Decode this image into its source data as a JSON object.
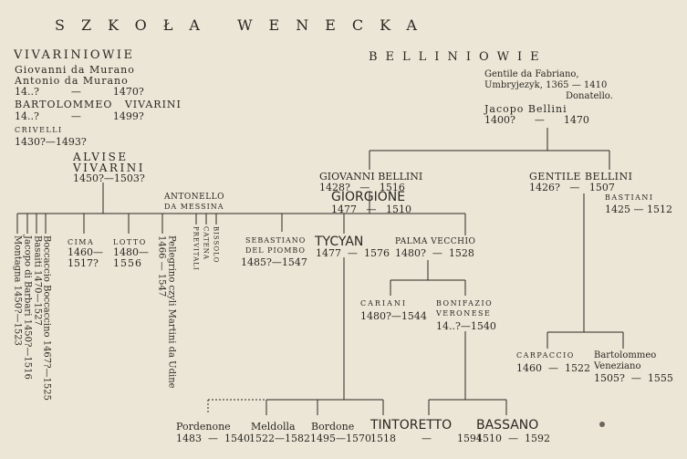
{
  "title": "SZKOŁA WENECKA",
  "vivarini": {
    "heading": "VIVARINIOWIE",
    "line1": "Giovanni da Murano",
    "line2": "Antonio da Murano",
    "line3": "14..?          —          1470?",
    "line4": "BARTOLOMMEO   VIVARINI",
    "line5": "14..?          —          1499?",
    "crivelli_name": "CRIVELLI",
    "crivelli_dates": "1430?—1493?"
  },
  "alvise": {
    "line1": "ALVISE",
    "line2": "VIVARINI",
    "line3": "1450?—1503?"
  },
  "bellini": {
    "heading": "BELLINIOWIE",
    "gentile_fabriano_1": "Gentile da Fabriano,",
    "gentile_fabriano_2": "Umbryjezyk, 1365 — 1410",
    "donatello": "Donatello.",
    "jacopo_name": "Jacopo Bellini",
    "jacopo_dates": "1400?      —      1470"
  },
  "giovanni": {
    "name": "GIOVANNI BELLINI",
    "dates": "1428?   —   1516"
  },
  "gentile": {
    "name": "GENTILE BELLINI",
    "dates": "1426?   —   1507"
  },
  "giorgione": {
    "name": "GIORGIONE",
    "dates": "1477   —   1510"
  },
  "bastiani": {
    "name": "BASTIANI",
    "dates": "1425 — 1512"
  },
  "antonello": {
    "line1": "ANTONELLO",
    "line2": "DA MESSINA"
  },
  "vertical_left": [
    "Montagna 1450?—1523",
    "Jacopo di Barbari 1450?—1516",
    "Basaiti 1470—1527",
    "Boccaccio Boccaccino 1467?—1525"
  ],
  "cima": {
    "name": "CIMA",
    "dates1": "1460—",
    "dates2": "1517?"
  },
  "lotto": {
    "name": "LOTTO",
    "dates1": "1480—",
    "dates2": "1556"
  },
  "pellegrino": [
    "Pellegrino czyli Martini da Udine",
    "1466      —      1547"
  ],
  "vertical_small": [
    "PREVITALI",
    "CATENA",
    "BISSOLO"
  ],
  "sebastiano": {
    "line1": "SEBASTIANO",
    "line2": "DEL PIOMBO",
    "line3": "1485?—1547"
  },
  "tycyan": {
    "name": "TYCYAN",
    "dates": "1477  —  1576"
  },
  "palma": {
    "name": "PALMA VECCHIO",
    "dates": "1480?  —  1528"
  },
  "cariani": {
    "name": "CARIANI",
    "dates": "1480?—1544"
  },
  "bonifazio": {
    "line1": "BONIFAZIO",
    "line2": "VERONESE",
    "line3": "14..?—1540"
  },
  "carpaccio": {
    "name": "CARPACCIO",
    "dates": "1460  —  1522"
  },
  "bartolommeo_v": {
    "line1": "Bartolommeo",
    "line2": "Veneziano",
    "line3": "1505?  —  1555"
  },
  "pordenone": {
    "name": "Pordenone",
    "dates": "1483  —  1540"
  },
  "meldolla": {
    "name": "Meldolla",
    "dates": "1522—1582"
  },
  "bordone": {
    "name": "Bordone",
    "dates": "1495—1570"
  },
  "tintoretto": {
    "name": "TINTORETTO",
    "dates": "1518        —        1594"
  },
  "bassano": {
    "name": "BASSANO",
    "dates": "1510  —  1592"
  }
}
